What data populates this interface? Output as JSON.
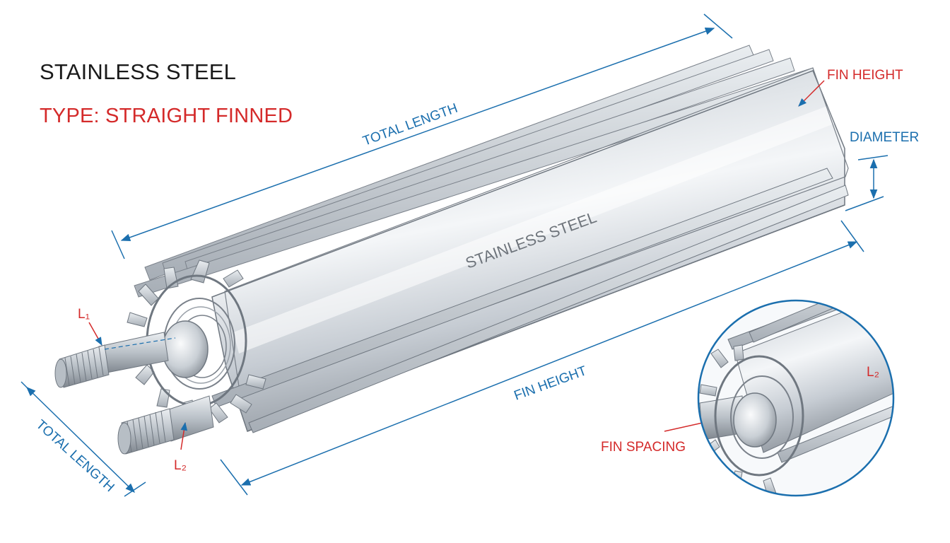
{
  "title": "STAINLESS STEEL",
  "type_label": "TYPE: STRAIGHT FINNED",
  "labels": {
    "total_length_top": "TOTAL LENGTH",
    "total_length_left": "TOTAL LENGTH",
    "fin_height_top": "FIN HEIGHT",
    "fin_height_bottom": "FIN HEIGHT",
    "diameter": "DIAMETER",
    "body_engraving": "STAINLESS STEEL",
    "l1": "L₁",
    "l2": "L₂",
    "detail_l2": "L₂",
    "fin_spacing": "FIN SPACING"
  },
  "colors": {
    "dimension_blue": "#1b6fae",
    "callout_red": "#d42a2a",
    "steel_light": "#eef1f4",
    "steel_mid": "#c4cad1",
    "steel_dark": "#7e868f"
  }
}
